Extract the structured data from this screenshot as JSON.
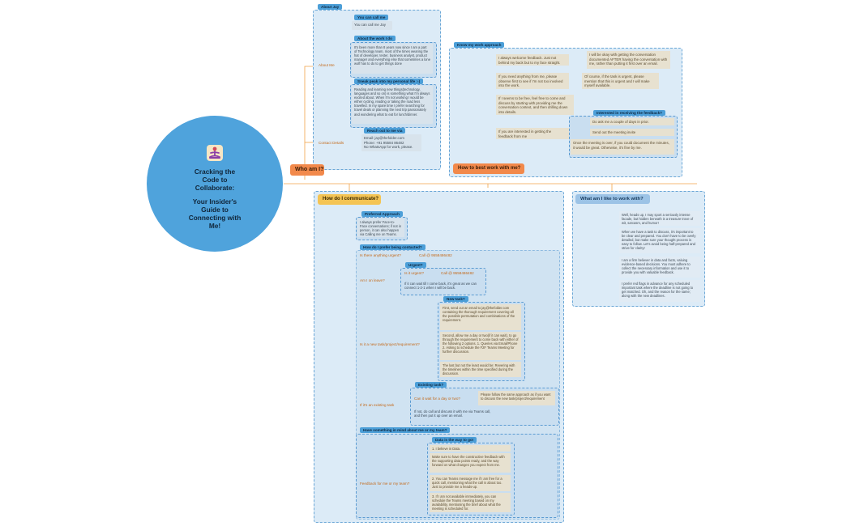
{
  "center": {
    "title_line1": "Cracking the",
    "title_line2": "Code to",
    "title_line3": "Collaborate:",
    "subtitle_line1": "Your Insider's",
    "subtitle_line2": "Guide to",
    "subtitle_line3": "Connecting with",
    "subtitle_line4": "Me!",
    "icon": "meditation-person-icon"
  },
  "who": {
    "header": "Who am I?",
    "zone_label": "About Jay",
    "about_me": "About Me",
    "contact_details": "Contact Details",
    "call_me_tag": "You can call me",
    "call_me_text": "You can call me Jay",
    "work_tag": "About the work I do",
    "work_text": "It's been more than 8 years now since I am a part of Technology team, most of the times wearing the hat of developer, tester, business analyst, product manager and everything else that sometimes a lone wolf has to do to get things done",
    "personal_tag": "Sneak peak into my personal life :-)",
    "personal_text": "Reading and learning new things(technology, languages and so on) is something what I'm always excited about. When I'm not working I would be either cycling, reading or taking the road less travelled. In my spare time I prefer searching for travel deals or planning the next trip passionately and wondering what to eat for lunch/dinner.",
    "reach_tag": "Reach out to me via",
    "reach_line1": "Email: jay@thefolder.com",
    "reach_line2": "Phone: +91 95584 86482",
    "reach_line3": "No WhatsApp for work, please."
  },
  "best": {
    "header": "How to best work with me?",
    "zone_label": "Know my work approach",
    "item1_left": "I always welcome feedback. Just not behind my back but to my face straight.",
    "item1_right": "I will be okay with getting the conversation documented AFTER having the conversation with me, rather than putting it first over an email.",
    "item2_left": "If you need anything from me, please observe first to see if I'm not too involved into the work.",
    "item2_right": "Of course, if the task is urgent, please mention that this is urgent and I will make myself available.",
    "item3_left": "If I seems to be free, feel free to come and discuss by starting with providing me the conversation context, and then drilling down into details.",
    "item4_left": "If you are interested in getting the feedback from me",
    "feedback_tag": "Interested in receiving the feedback?",
    "fb1": "Do ask me a couple of days in prior.",
    "fb2": "Send out the meeting invite",
    "fb3": "Once the meeting is over, if you could document the minutes, it would be great. Otherwise, it's fine by me."
  },
  "comm": {
    "header": "How do I communicate?",
    "pref_tag": "Preferred Approach",
    "pref_text": "I always prefer Face-to-Face conversations; if not in person, it can also happen via Calling me on Teams.",
    "contact_tag": "How do I prefer being contacted?",
    "q_urgent": "Is there anything urgent?",
    "a_urgent": "Call @ 9558486482",
    "q_leave": "Am I on leave?",
    "urgent_tag": "Urgent?",
    "urgent_q": "Is it urgent?",
    "urgent_a": "Call @ 9558486482",
    "urgent_else": "If it can wait till I come back, it's great as we can connect 1-2-1 when I will be back.",
    "q_new": "Is it a new task/project/requirement?",
    "new_tag": "New task?",
    "new1": "First, send out an email to jay@thefolder.com containing the thorough requirement covering all the possible permutation and combinations of the requirement.",
    "new2": "Second, allow me a day or two(if it can wait), to go through the requirement to come back with either of the following 2 options. 1. Queries via Email/Phone 2. Asking to schedule the F2F Teams Meeting for further discussion.",
    "new3": "The last but not the least would be: Revering with the timelines within the time specified during the discussion.",
    "q_existing": "If it's an existing task",
    "existing_tag": "Existing task?",
    "existing_q": "Can it wait for a day or two?",
    "existing_a": "Please follow the same approach as if you want to discuss the new task/project/requirement",
    "existing_else": "If not, do call and discuss it with me via Teams call, and then put it up over an email.",
    "team_tag": "Have something in mind about me or my team?",
    "q_feedback": "Feedback for me or my team?",
    "data_tag": "Data is the way to go!",
    "d1": "1. I believe in Data.",
    "d2": "Make sure to have the constructive feedback with the supporting data points ready, and the way forward on what changes you expect from me.",
    "d3": "2. You can Teams message me if I am free for a quick call, mentioning what the call is about too. Just to provide me a heads-up.",
    "d4": "3. If I am not available immediately, you can schedule the Teams meeting based on my availability, mentioning the brief about what the meeting is scheduled for."
  },
  "like": {
    "header": "What am I like to work with?",
    "p1": "Well, heads up, I may sport a seriously intense facade, but hidden beneath is a treasure trove of wit, sarcasm, and humor!",
    "p2": "When we have a task to discuss, it's important to be clear and prepared. You don't have to be overly detailed, but make sure your thought process is easy to follow. Let's avoid being half-prepared and strive for clarity!",
    "p3": "I am a firm believer in data and facts, valuing evidence-based decisions. You must adhere to collect the necessary information and use it to provide you with valuable feedback.",
    "p4": "I prefer red flags in advance for any scheduled important task where the deadline is not going to get matched. Oh, and the reason for the same; along with the new deadlines."
  },
  "colors": {
    "zone_bg": "#dcebf7",
    "circle": "#4fa3dc",
    "orange": "#f2894b",
    "yellow": "#f4c454",
    "tag_blue": "#4c9fd8"
  }
}
